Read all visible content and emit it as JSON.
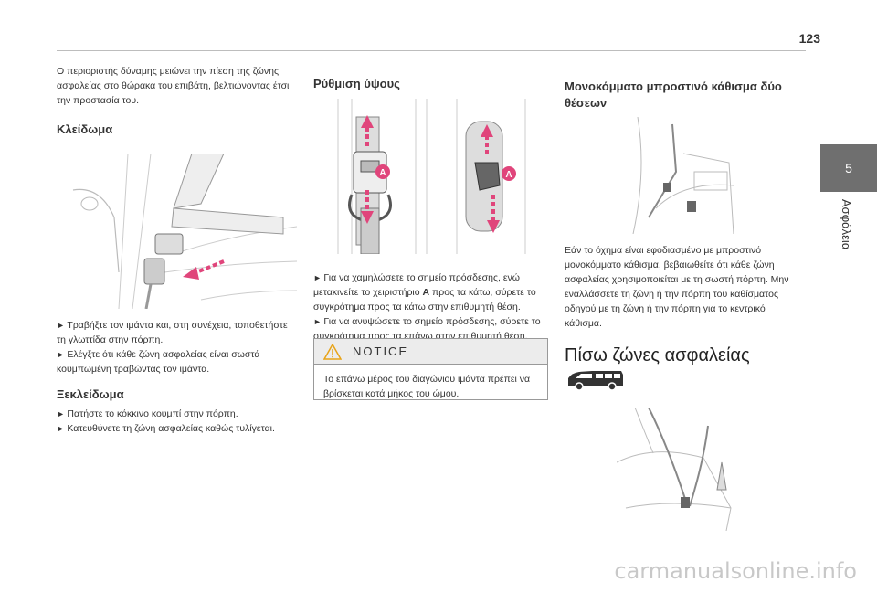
{
  "page_number": "123",
  "side": {
    "chapter_number": "5",
    "chapter_title": "Ασφάλεια"
  },
  "col1": {
    "intro": "Ο περιοριστής δύναμης μειώνει την πίεση της ζώνης ασφαλείας στο θώρακα του επιβάτη, βελτιώνοντας έτσι την προστασία του.",
    "lock_title": "Κλείδωμα",
    "lock_bullet1": "Τραβήξτε τον ιμάντα και, στη συνέχεια, τοποθετήστε τη γλωττίδα στην πόρπη.",
    "lock_bullet2": "Ελέγξτε ότι κάθε ζώνη ασφαλείας είναι σωστά κουμπωμένη τραβώντας τον ιμάντα.",
    "unlock_title": "Ξεκλείδωμα",
    "unlock_bullet1": "Πατήστε το κόκκινο κουμπί στην πόρπη.",
    "unlock_bullet2": "Κατευθύνετε τη ζώνη ασφαλείας καθώς τυλίγεται."
  },
  "col2": {
    "height_title": "Ρύθμιση ύψους",
    "label_a": "A",
    "height_bullet1_pre": "Για να χαμηλώσετε το σημείο πρόσδεσης, ενώ μετακινείτε το χειριστήριο ",
    "height_bullet1_bold": "A",
    "height_bullet1_post": " προς τα κάτω, σύρετε το συγκρότημα προς τα κάτω στην επιθυμητή θέση.",
    "height_bullet2": "Για να ανυψώσετε το σημείο πρόσδεσης, σύρετε το συγκρότημα προς τα επάνω στην επιθυμητή θέση.",
    "notice_title": "NOTICE",
    "notice_text": "Το επάνω μέρος του διαγώνιου ιμάντα πρέπει να βρίσκεται κατά μήκος του ώμου."
  },
  "col3": {
    "mono_title": "Μονοκόμματο μπροστινό κάθισμα δύο θέσεων",
    "mono_text": "Εάν το όχημα είναι εφοδιασμένο με μπροστινό μονοκόμματο κάθισμα, βεβαιωθείτε ότι κάθε ζώνη ασφαλείας χρησιμοποιείται με τη σωστή πόρπη. Μην εναλλάσσετε τη ζώνη ή την πόρπη του καθίσματος οδηγού με τη ζώνη ή την πόρπη για το κεντρικό κάθισμα.",
    "rear_title": "Πίσω ζώνες ασφαλείας"
  },
  "watermark": "carmanualsonline.info",
  "colors": {
    "accent_pink": "#e0457b",
    "tab_gray": "#6f6f6f",
    "notice_warning": "#e8a317"
  }
}
